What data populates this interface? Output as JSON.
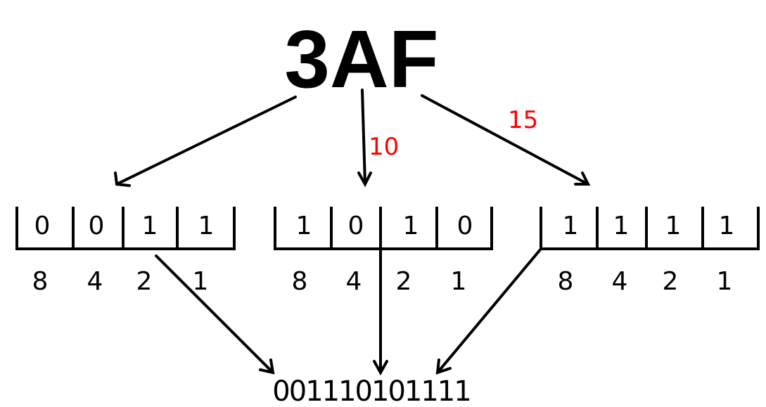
{
  "title": "3AF",
  "labels": {
    "middle_value": "10",
    "right_value": "15"
  },
  "nibbles": [
    {
      "bits": [
        "0",
        "0",
        "1",
        "1"
      ],
      "weights": [
        "8",
        "4",
        "2",
        "1"
      ]
    },
    {
      "bits": [
        "1",
        "0",
        "1",
        "0"
      ],
      "weights": [
        "8",
        "4",
        "2",
        "1"
      ]
    },
    {
      "bits": [
        "1",
        "1",
        "1",
        "1"
      ],
      "weights": [
        "8",
        "4",
        "2",
        "1"
      ]
    }
  ],
  "result": "001110101111",
  "colors": {
    "ink": "#000000",
    "accent": "#ff0000",
    "background": "#ffffff"
  }
}
